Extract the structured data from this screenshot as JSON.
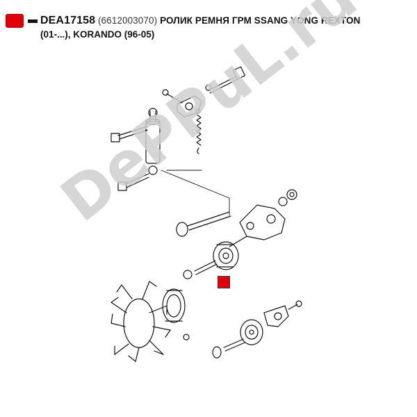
{
  "header": {
    "part_code": "DEA17158",
    "oem_number": "(6612003070)",
    "description_line1": "РОЛИК РЕМНЯ ГРМ SSANG YONG REXTON",
    "description_line2": "(01-...), KORANDO (96-05)"
  },
  "watermark": {
    "text": "DePPuL.ru"
  },
  "colors": {
    "marker": "#e0000b",
    "line_art": "#111111",
    "watermark": "#cfcfcf"
  }
}
